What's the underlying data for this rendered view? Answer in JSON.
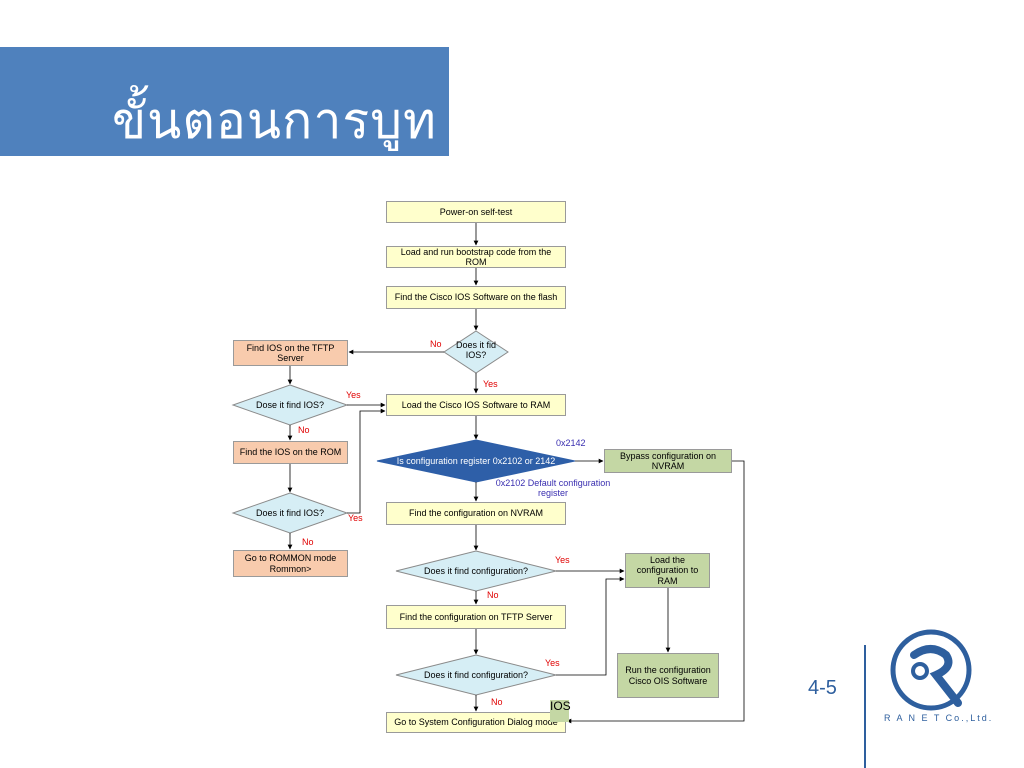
{
  "title": "ขั้นตอนการบูท",
  "boxes": {
    "post": "Power-on self-test",
    "bootstrap": "Load and run bootstrap code from the ROM",
    "find_flash": "Find the Cisco IOS Software on the flash",
    "load_ram": "Load the Cisco IOS Software to RAM",
    "find_nvram": "Find the configuration on NVRAM",
    "find_tftp_cfg": "Find the configuration on TFTP Server",
    "setup_mode": "Go to System Configuration Dialog mode",
    "find_tftp_ios": "Find IOS on the TFTP Server",
    "find_rom": "Find the IOS on the ROM",
    "rommon": "Go to ROMMON mode Rommon>",
    "bypass": "Bypass configuration on NVRAM",
    "load_cfg_ram": "Load the configuration to RAM",
    "run_cfg": "Run the configuration Cisco OIS Software"
  },
  "decisions": {
    "fid_ios": "Does it fid IOS?",
    "config_reg": "Is configuration register 0x2102 or 2142",
    "find_cfg1": "Does it find configuration?",
    "find_cfg2": "Does it find configuration?",
    "dose_find_ios": "Dose it find IOS?",
    "does_find_ios": "Does it find IOS?"
  },
  "labels": {
    "no_1": "No",
    "yes_1": "Yes",
    "yes_tftp": "Yes",
    "no_tftp": "No",
    "yes_rom": "Yes",
    "no_rom": "No",
    "hex_2142": "0x2142",
    "hex_2102": "0x2102 Default configuration register",
    "yes_cfg1": "Yes",
    "no_cfg1": "No",
    "yes_cfg2": "Yes",
    "no_cfg2": "No",
    "ios_tag": "IOS"
  },
  "footer": {
    "page_number": "4-5",
    "company": "R A N E T Co.,Ltd."
  },
  "colors": {
    "title_band": "#4f81bd",
    "box_yellow": "#ffffcc",
    "box_orange": "#f8cbad",
    "box_green": "#c4d7a4",
    "diamond_light": "#d6eef5",
    "diamond_dark": "#2e5fa8",
    "label_red": "#e00000",
    "label_blue": "#3a2fb0",
    "brand_blue": "#2e5f9e"
  }
}
